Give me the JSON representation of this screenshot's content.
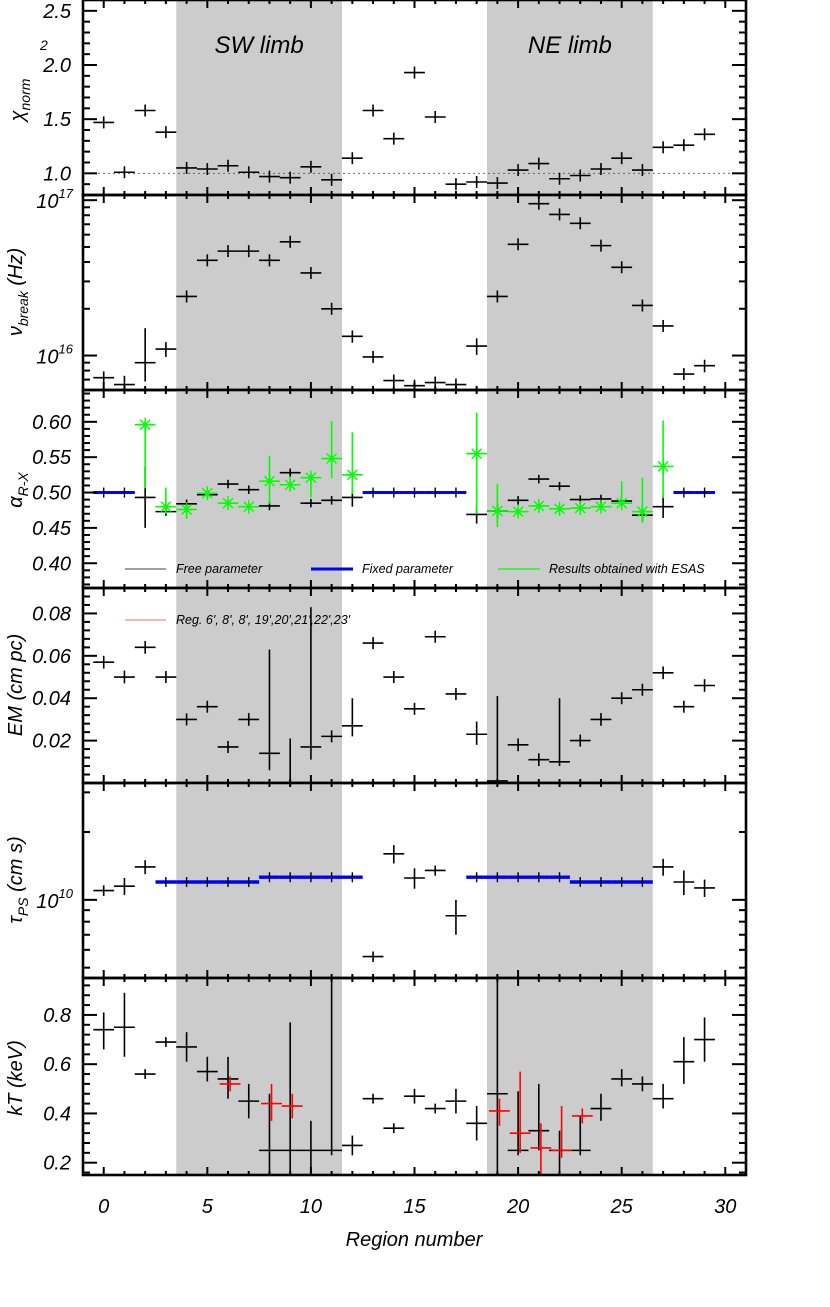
{
  "figure": {
    "xlabel": "Region number",
    "x_ticks": [
      "0",
      "5",
      "10",
      "15",
      "20",
      "25",
      "30"
    ],
    "shaded_regions": [
      {
        "label": "SW limb",
        "x_from": 3.5,
        "x_to": 11.5
      },
      {
        "label": "NE limb",
        "x_from": 18.5,
        "x_to": 26.5
      }
    ],
    "colors": {
      "shade": "#cccccc",
      "free": "#000000",
      "fixed": "#0000ff",
      "esas": "#00ff00",
      "reg_prime": "#ff0000",
      "reg_prime_legend": "#ff9999"
    },
    "legend": {
      "free": "Free parameter",
      "fixed": "Fixed parameter",
      "esas": "Results obtained with ESAS",
      "reg_prime": "Reg. 6', 8', 8', 19',20',21',22',23'"
    }
  },
  "chart_data": [
    {
      "type": "scatter",
      "panel": "chi2",
      "ylabel": "χ_norm^2",
      "ylim": [
        0.8,
        2.6
      ],
      "yticks": [
        "1.0",
        "1.5",
        "2.0",
        "2.5"
      ],
      "reference_line": 1.0,
      "x": [
        0,
        1,
        2,
        3,
        4,
        5,
        6,
        7,
        8,
        9,
        10,
        11,
        12,
        13,
        14,
        15,
        16,
        17,
        18,
        19,
        20,
        21,
        22,
        23,
        24,
        25,
        26,
        27,
        28,
        29
      ],
      "values": [
        1.47,
        1.01,
        1.58,
        1.38,
        1.05,
        1.04,
        1.07,
        1.01,
        0.97,
        0.96,
        1.06,
        0.94,
        1.14,
        1.58,
        1.32,
        1.93,
        1.52,
        0.9,
        0.92,
        0.91,
        1.03,
        1.09,
        0.95,
        0.98,
        1.04,
        1.14,
        1.03,
        1.24,
        1.26,
        1.36
      ]
    },
    {
      "type": "scatter",
      "panel": "nu_break",
      "ylabel": "ν_break (Hz)",
      "yscale": "log",
      "ylim": [
        6000000000000000.0,
        1.08e+17
      ],
      "yticks": [
        "10^16",
        "10^17"
      ],
      "x": [
        0,
        1,
        2,
        3,
        4,
        5,
        6,
        7,
        8,
        9,
        10,
        11,
        12,
        13,
        14,
        15,
        16,
        17,
        18,
        19,
        20,
        21,
        22,
        23,
        24,
        25,
        26,
        27,
        28,
        29
      ],
      "values": [
        7200000000000000.0,
        6500000000000000.0,
        9000000000000000.0,
        1.1e+16,
        2.4e+16,
        4.1e+16,
        4.7e+16,
        4.7e+16,
        4.1e+16,
        5.4e+16,
        3.4e+16,
        2e+16,
        1.33e+16,
        9800000000000000.0,
        6900000000000000.0,
        6400000000000000.0,
        6700000000000000.0,
        6500000000000000.0,
        1.15e+16,
        2.4e+16,
        5.2e+16,
        9.5e+16,
        8.1e+16,
        7.1e+16,
        5.1e+16,
        3.7e+16,
        2.1e+16,
        1.55e+16,
        7600000000000000.0,
        8600000000000000.0
      ],
      "err_low": [
        700000000000000.0,
        900000000000000.0,
        2200000000000000.0,
        1200000000000000.0,
        1000000000000000.0,
        1000000000000000.0,
        1000000000000000.0,
        1000000000000000.0,
        1000000000000000.0,
        1200000000000000.0,
        1000000000000000.0,
        800000000000000.0,
        1200000000000000.0,
        500000000000000.0,
        400000000000000.0,
        200000000000000.0,
        200000000000000.0,
        200000000000000.0,
        1400000000000000.0,
        1200000000000000.0,
        1500000000000000.0,
        2000000000000000.0,
        2000000000000000.0,
        1500000000000000.0,
        1200000000000000.0,
        1000000000000000.0,
        800000000000000.0,
        500000000000000.0,
        600000000000000.0,
        800000000000000.0
      ],
      "err_high": [
        700000000000000.0,
        900000000000000.0,
        6000000000000000.0,
        1200000000000000.0,
        1000000000000000.0,
        1000000000000000.0,
        1000000000000000.0,
        1000000000000000.0,
        1000000000000000.0,
        1200000000000000.0,
        1000000000000000.0,
        800000000000000.0,
        1200000000000000.0,
        500000000000000.0,
        400000000000000.0,
        200000000000000.0,
        200000000000000.0,
        200000000000000.0,
        1400000000000000.0,
        1200000000000000.0,
        1500000000000000.0,
        2000000000000000.0,
        2000000000000000.0,
        1500000000000000.0,
        1200000000000000.0,
        1000000000000000.0,
        800000000000000.0,
        500000000000000.0,
        600000000000000.0,
        800000000000000.0
      ]
    },
    {
      "type": "scatter",
      "panel": "alpha",
      "ylabel": "α_R-X",
      "ylim": [
        0.365,
        0.645
      ],
      "yticks": [
        "0.40",
        "0.45",
        "0.50",
        "0.55",
        "0.60"
      ],
      "series": [
        {
          "name": "Free parameter",
          "x": [
            2,
            3,
            4,
            5,
            6,
            7,
            8,
            9,
            10,
            11,
            12,
            18,
            19,
            20,
            21,
            22,
            23,
            24,
            25,
            26,
            27
          ],
          "values": [
            0.493,
            0.473,
            0.484,
            0.497,
            0.512,
            0.504,
            0.481,
            0.528,
            0.485,
            0.489,
            0.493,
            0.469,
            0.474,
            0.489,
            0.519,
            0.509,
            0.49,
            0.491,
            0.488,
            0.468,
            0.48
          ],
          "err": [
            0.043,
            0.005,
            0.005,
            0.005,
            0.005,
            0.005,
            0.005,
            0.005,
            0.005,
            0.005,
            0.013,
            0.013,
            0.01,
            0.005,
            0.005,
            0.005,
            0.005,
            0.005,
            0.005,
            0.008,
            0.016
          ]
        },
        {
          "name": "Fixed parameter",
          "x": [
            0,
            1,
            13,
            14,
            15,
            16,
            17,
            28,
            29
          ],
          "values": [
            0.5,
            0.5,
            0.5,
            0.5,
            0.5,
            0.5,
            0.5,
            0.5,
            0.5
          ]
        },
        {
          "name": "Results obtained with ESAS",
          "x": [
            2,
            3,
            4,
            5,
            6,
            7,
            8,
            9,
            10,
            11,
            12,
            18,
            19,
            20,
            21,
            22,
            23,
            24,
            25,
            26,
            27
          ],
          "values": [
            0.596,
            0.48,
            0.476,
            0.499,
            0.485,
            0.48,
            0.516,
            0.511,
            0.521,
            0.548,
            0.525,
            0.555,
            0.474,
            0.473,
            0.481,
            0.477,
            0.478,
            0.48,
            0.485,
            0.473,
            0.537
          ],
          "err_low": [
            0.09,
            0.01,
            0.013,
            0.008,
            0.004,
            0.004,
            0.032,
            0.008,
            0.028,
            0.028,
            0.027,
            0.085,
            0.023,
            0.005,
            0.005,
            0.004,
            0.005,
            0.005,
            0.006,
            0.016,
            0.045
          ],
          "err_high": [
            0.004,
            0.027,
            0.004,
            0.008,
            0.004,
            0.004,
            0.036,
            0.012,
            0.004,
            0.053,
            0.06,
            0.058,
            0.038,
            0.005,
            0.005,
            0.004,
            0.005,
            0.005,
            0.031,
            0.048,
            0.065
          ]
        }
      ]
    },
    {
      "type": "scatter",
      "panel": "EM",
      "ylabel": "EM (cm^-6 pc)",
      "ylim": [
        0.0,
        0.092
      ],
      "yticks": [
        "0.02",
        "0.04",
        "0.06",
        "0.08"
      ],
      "x": [
        0,
        1,
        2,
        3,
        4,
        5,
        6,
        7,
        8,
        9,
        10,
        11,
        12,
        13,
        14,
        15,
        16,
        17,
        18,
        19,
        20,
        21,
        22,
        23,
        24,
        25,
        26,
        27,
        28,
        29
      ],
      "values": [
        0.057,
        0.05,
        0.064,
        0.05,
        0.03,
        0.036,
        0.017,
        0.03,
        0.014,
        0.0,
        0.017,
        0.022,
        0.027,
        0.066,
        0.05,
        0.035,
        0.069,
        0.042,
        0.023,
        0.001,
        0.018,
        0.011,
        0.01,
        0.02,
        0.03,
        0.04,
        0.044,
        0.052,
        0.036,
        0.046
      ],
      "err_low": [
        0.003,
        0.003,
        0.003,
        0.002,
        0.002,
        0.002,
        0.002,
        0.003,
        0.008,
        0.0,
        0.006,
        0.002,
        0.005,
        0.002,
        0.002,
        0.002,
        0.002,
        0.002,
        0.005,
        0.001,
        0.003,
        0.003,
        0.002,
        0.002,
        0.003,
        0.002,
        0.002,
        0.003,
        0.002,
        0.003
      ],
      "err_high": [
        0.003,
        0.003,
        0.003,
        0.002,
        0.002,
        0.002,
        0.002,
        0.003,
        0.049,
        0.021,
        0.066,
        0.002,
        0.013,
        0.002,
        0.002,
        0.002,
        0.002,
        0.002,
        0.006,
        0.04,
        0.003,
        0.003,
        0.03,
        0.002,
        0.003,
        0.002,
        0.002,
        0.003,
        0.002,
        0.003
      ]
    },
    {
      "type": "scatter",
      "panel": "tau",
      "ylabel": "τ_PS (cm^-3 s)",
      "yscale": "log",
      "ylim": [
        4500000000.0,
        33000000000.0
      ],
      "yticks": [
        "10^10"
      ],
      "series": [
        {
          "name": "Free parameter",
          "x": [
            0,
            1,
            2,
            13,
            14,
            15,
            16,
            17,
            27,
            28,
            29
          ],
          "values": [
            11000000000.0,
            11500000000.0,
            14000000000.0,
            5600000000.0,
            16000000000.0,
            12500000000.0,
            13500000000.0,
            8500000000.0,
            14000000000.0,
            12000000000.0,
            11300000000.0
          ],
          "err_low": [
            600000000.0,
            1000000000.0,
            1000000000.0,
            300000000.0,
            1500000000.0,
            1300000000.0,
            700000000.0,
            1500000000.0,
            1200000000.0,
            1500000000.0,
            1000000000.0
          ],
          "err_high": [
            600000000.0,
            1000000000.0,
            1000000000.0,
            300000000.0,
            1500000000.0,
            1300000000.0,
            700000000.0,
            1500000000.0,
            1200000000.0,
            1500000000.0,
            1000000000.0
          ]
        },
        {
          "name": "Fixed parameter",
          "x": [
            3,
            4,
            5,
            6,
            7,
            8,
            9,
            10,
            11,
            12,
            18,
            19,
            20,
            21,
            22,
            23,
            24,
            25,
            26
          ],
          "values": [
            12000000000.0,
            12000000000.0,
            12000000000.0,
            12000000000.0,
            12000000000.0,
            12600000000.0,
            12600000000.0,
            12600000000.0,
            12600000000.0,
            12600000000.0,
            12600000000.0,
            12600000000.0,
            12600000000.0,
            12600000000.0,
            12600000000.0,
            12000000000.0,
            12000000000.0,
            12000000000.0,
            12000000000.0
          ]
        }
      ]
    },
    {
      "type": "scatter",
      "panel": "kT",
      "ylabel": "kT (keV)",
      "ylim": [
        0.15,
        0.95
      ],
      "yticks": [
        "0.2",
        "0.4",
        "0.6",
        "0.8"
      ],
      "series": [
        {
          "name": "Free parameter",
          "x": [
            0,
            1,
            2,
            3,
            4,
            5,
            6,
            7,
            8,
            9,
            10,
            11,
            12,
            13,
            14,
            15,
            16,
            17,
            18,
            19,
            20,
            21,
            22,
            23,
            24,
            25,
            26,
            27,
            28,
            29
          ],
          "values": [
            0.74,
            0.75,
            0.56,
            0.69,
            0.67,
            0.57,
            0.54,
            0.45,
            0.25,
            0.25,
            0.25,
            0.25,
            0.27,
            0.46,
            0.34,
            0.47,
            0.42,
            0.45,
            0.36,
            0.48,
            0.25,
            0.33,
            0.25,
            0.25,
            0.42,
            0.54,
            0.52,
            0.46,
            0.61,
            0.7
          ],
          "err_low": [
            0.08,
            0.12,
            0.02,
            0.02,
            0.06,
            0.04,
            0.08,
            0.07,
            0.1,
            0.1,
            0.1,
            0.02,
            0.04,
            0.02,
            0.02,
            0.03,
            0.02,
            0.05,
            0.07,
            0.35,
            0.02,
            0.08,
            0.1,
            0.02,
            0.05,
            0.03,
            0.03,
            0.04,
            0.09,
            0.09
          ],
          "err_high": [
            0.07,
            0.14,
            0.02,
            0.02,
            0.06,
            0.06,
            0.09,
            0.07,
            0.23,
            0.52,
            0.12,
            0.7,
            0.04,
            0.02,
            0.02,
            0.03,
            0.02,
            0.05,
            0.07,
            0.47,
            0.24,
            0.19,
            0.08,
            0.14,
            0.06,
            0.04,
            0.03,
            0.06,
            0.1,
            0.09
          ]
        },
        {
          "name": "Reg. 6', 8', 8', 19',20',21',22',23'",
          "x": [
            6.1,
            8.1,
            9.1,
            19.1,
            20.1,
            21.1,
            22.1,
            23.1
          ],
          "values": [
            0.52,
            0.44,
            0.43,
            0.41,
            0.32,
            0.26,
            0.25,
            0.39
          ],
          "err_low": [
            0.03,
            0.07,
            0.05,
            0.06,
            0.08,
            0.12,
            0.03,
            0.03
          ],
          "err_high": [
            0.03,
            0.08,
            0.05,
            0.05,
            0.25,
            0.1,
            0.18,
            0.03
          ]
        }
      ]
    }
  ]
}
